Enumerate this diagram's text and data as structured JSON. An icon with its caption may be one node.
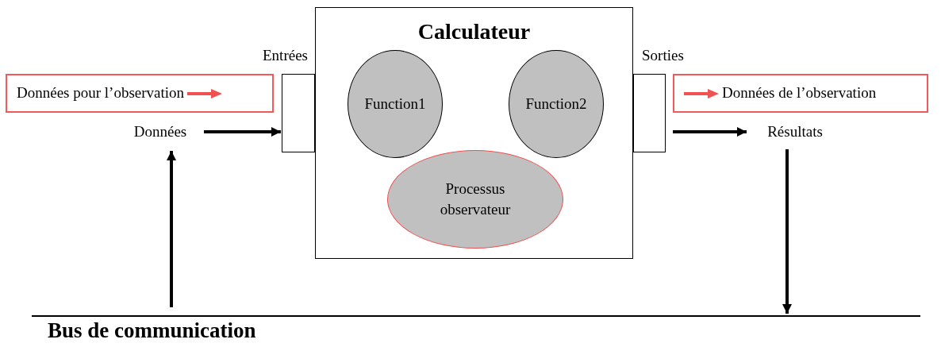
{
  "diagram": {
    "nodes": [
      {
        "text": [
          "Calculateur"
        ]
      },
      {
        "text": [
          "Function1"
        ],
        "in": 0
      },
      {
        "text": [
          "Function2"
        ],
        "in": 0
      },
      {
        "text": [
          "Processus observateur"
        ],
        "in": 0
      },
      {
        "text": [],
        "shape": "box",
        "beside": [
          "Entrées"
        ]
      },
      {
        "text": [],
        "shape": "box",
        "beside": [
          "Sorties"
        ]
      },
      {
        "text": [
          "Données pour l’observation"
        ]
      },
      {
        "text": [
          "Données de l’observation"
        ]
      },
      {
        "text": [
          "Données"
        ]
      },
      {
        "text": [
          "Résultats"
        ]
      },
      {
        "text": [
          "Bus de communication"
        ]
      }
    ],
    "edges": [
      {
        "from": 8,
        "to": 4,
        "arrow": "to"
      },
      {
        "from": 5,
        "to": 9,
        "arrow": "to"
      },
      {
        "from": 10,
        "to": 8,
        "arrow": "to"
      },
      {
        "from": 9,
        "to": 10,
        "arrow": "to"
      }
    ]
  }
}
